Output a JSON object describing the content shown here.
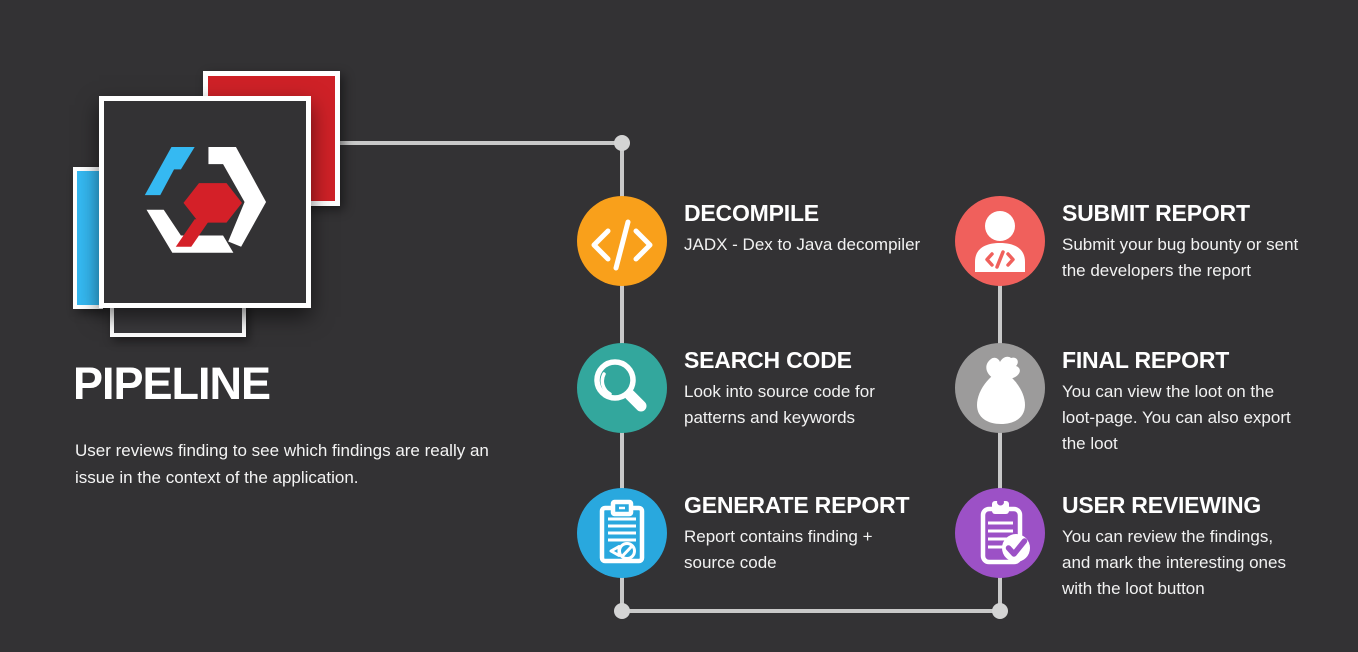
{
  "infographic": {
    "title": "PIPELINE",
    "description_lines": [
      "User reviews finding to see which findings are really an",
      "issue in the context of the application."
    ]
  },
  "colors": {
    "background": "#333234",
    "connector_line": "#C9C9C9",
    "connector_dot": "#D4D4D4",
    "logo_red_square": "#CE2127",
    "logo_cyan_bar": "#35B9F2",
    "logo_dark_square": "#333234",
    "logo_hex_red": "#D42028",
    "step_decompile": "#F9A01B",
    "step_search_code": "#33A79D",
    "step_generate_report": "#29A8DE",
    "step_submit_report": "#F0605C",
    "step_final_report": "#9C9B9B",
    "step_user_reviewing": "#9C51C6"
  },
  "steps": {
    "left": [
      {
        "title": "DECOMPILE",
        "description_lines": [
          "JADX - Dex to Java decompiler"
        ],
        "icon": "code-icon",
        "color": "#F9A01B"
      },
      {
        "title": "SEARCH CODE",
        "description_lines": [
          "Look into source code for",
          "patterns and keywords"
        ],
        "icon": "magnifier-icon",
        "color": "#33A79D"
      },
      {
        "title": "GENERATE REPORT",
        "description_lines": [
          "Report contains finding +",
          "source code"
        ],
        "icon": "report-clipboard-icon",
        "color": "#29A8DE"
      }
    ],
    "right": [
      {
        "title": "SUBMIT REPORT",
        "description_lines": [
          "Submit your bug bounty or sent",
          "the developers the report"
        ],
        "icon": "developer-person-icon",
        "color": "#F0605C"
      },
      {
        "title": "FINAL REPORT",
        "description_lines": [
          "You can view the loot on the",
          "loot-page. You can also export",
          "the loot"
        ],
        "icon": "money-bag-icon",
        "color": "#9C9B9B"
      },
      {
        "title": "USER REVIEWING",
        "description_lines": [
          "You can review the findings,",
          "and mark the interesting ones",
          "with the loot button"
        ],
        "icon": "clipboard-check-icon",
        "color": "#9C51C6"
      }
    ]
  }
}
